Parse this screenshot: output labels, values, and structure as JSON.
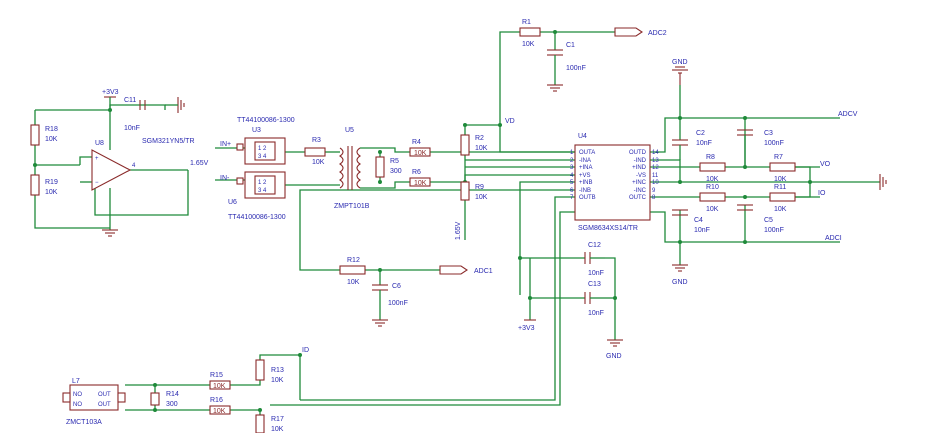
{
  "labels": {
    "r1": "R1",
    "r1v": "10K",
    "c1": "C1",
    "c1v": "100nF",
    "adc2": "ADC2",
    "gnd_top": "GND",
    "vd": "VD",
    "r18": "R18",
    "r18v": "10K",
    "r19": "R19",
    "r19v": "10K",
    "v3v3": "+3V3",
    "c11": "C11",
    "c11v": "10nF",
    "sgm": "SGM321YN5/TR",
    "u8": "U8",
    "v165": "1.65V",
    "tt1": "TT44100086-1300",
    "u3": "U3",
    "u6": "U6",
    "tt2": "TT44100086-1300",
    "inp": "IN+",
    "inn": "IN-",
    "r3": "R3",
    "r3v": "10K",
    "u5": "U5",
    "zmpt101b": "ZMPT101B",
    "r4": "R4",
    "r4v": "10K",
    "r5": "R5",
    "r5v": "300",
    "r6": "R6",
    "r6v": "10K",
    "r2": "R2",
    "r2v": "10K",
    "r9": "R9",
    "r9v": "10K",
    "v165b": "1.65V",
    "u4": "U4",
    "u4part": "SGM8634XS14/TR",
    "u4l": [
      "OUTA",
      "-INA",
      "+INA",
      "+VS",
      "+INB",
      "-INB",
      "OUTB"
    ],
    "u4r": [
      "OUTD",
      "-IND",
      "+IND",
      "-VS",
      "+INC",
      "-INC",
      "OUTC"
    ],
    "u4ln": [
      "1",
      "2",
      "3",
      "4",
      "5",
      "6",
      "7"
    ],
    "u4rn": [
      "14",
      "13",
      "12",
      "11",
      "10",
      "9",
      "8"
    ],
    "c2": "C2",
    "c2v": "10nF",
    "c3": "C3",
    "c3v": "100nF",
    "r8": "R8",
    "r8v": "10K",
    "r7": "R7",
    "r7v": "10K",
    "vo": "VO",
    "adcv": "ADCV",
    "r10": "R10",
    "r10v": "10K",
    "r11": "R11",
    "r11v": "10K",
    "io": "IO",
    "c4": "C4",
    "c4v": "10nF",
    "c5": "C5",
    "c5v": "100nF",
    "adci": "ADCI",
    "gnd_right": "GND",
    "c12": "C12",
    "c12v": "10nF",
    "c13": "C13",
    "c13v": "10nF",
    "v3v3b": "+3V3",
    "gnd_mid": "GND",
    "r12": "R12",
    "r12v": "10K",
    "c6": "C6",
    "c6v": "100nF",
    "adc1": "ADC1",
    "l7": "L7",
    "zmct": "ZMCT103A",
    "no": "NO",
    "nc": "NO",
    "out1": "OUT",
    "out2": "OUT",
    "r14": "R14",
    "r14v": "300",
    "r15": "R15",
    "r15v": "10K",
    "r16": "R16",
    "r16v": "10K",
    "r13": "R13",
    "r13v": "10K",
    "r17": "R17",
    "r17v": "10K",
    "id": "ID"
  },
  "colors": {
    "wire": "#1f8a3a",
    "component": "#8a2a2a",
    "label": "#2a2ab0"
  }
}
